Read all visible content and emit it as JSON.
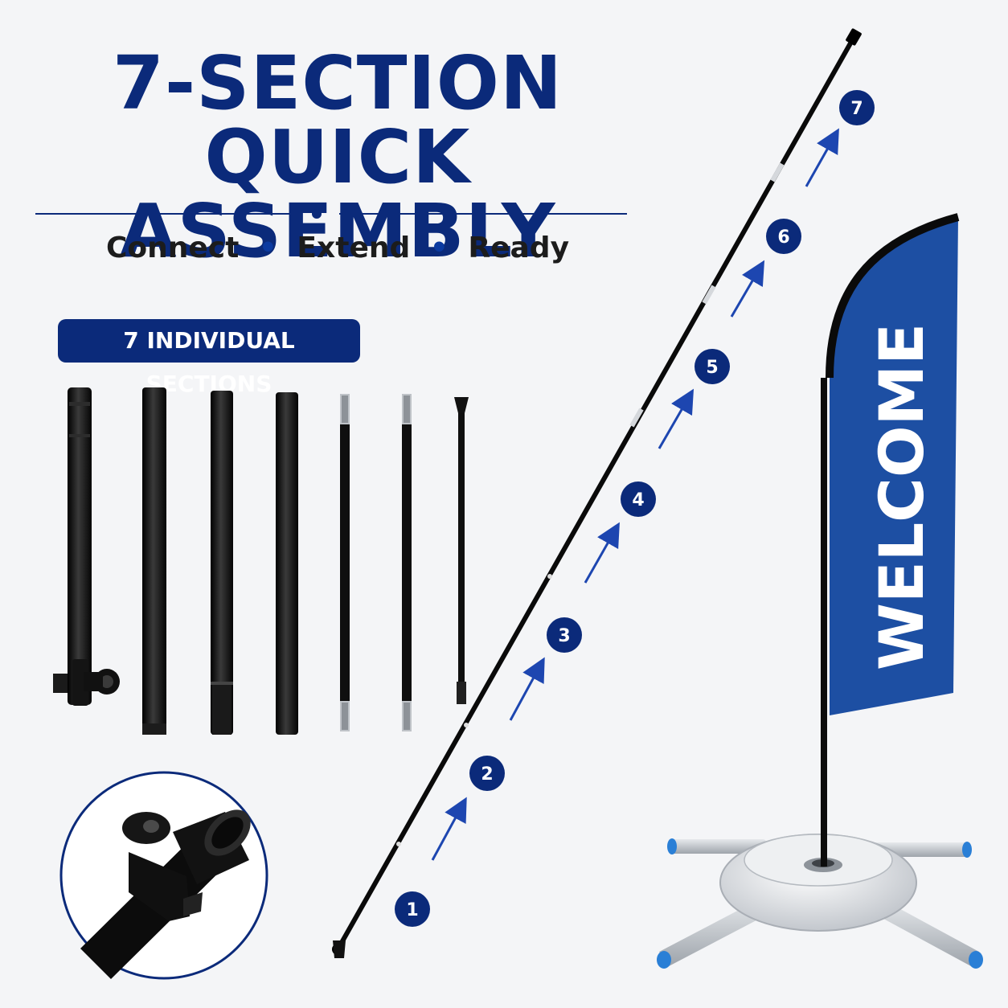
{
  "heading": {
    "line1": "7-SECTION",
    "line2": "QUICK ASSEMBLY"
  },
  "tagline": {
    "words": [
      "Connect",
      "Extend",
      "Ready"
    ],
    "separator": "•"
  },
  "sections_badge": "7 INDIVIDUAL SECTIONS",
  "steps": [
    "1",
    "2",
    "3",
    "4",
    "5",
    "6",
    "7"
  ],
  "flag": {
    "text": "WELCOME",
    "color": "#1d4fa3"
  },
  "colors": {
    "brand": "#0b2a7a",
    "accent": "#0b3aa0",
    "pole": "#0c0c0c",
    "base": "#cfd3d8",
    "foot_cap": "#2a7fd6"
  },
  "icons": [
    "dot-divider-icon",
    "step-arrow-icon",
    "pole-clamp-icon"
  ]
}
